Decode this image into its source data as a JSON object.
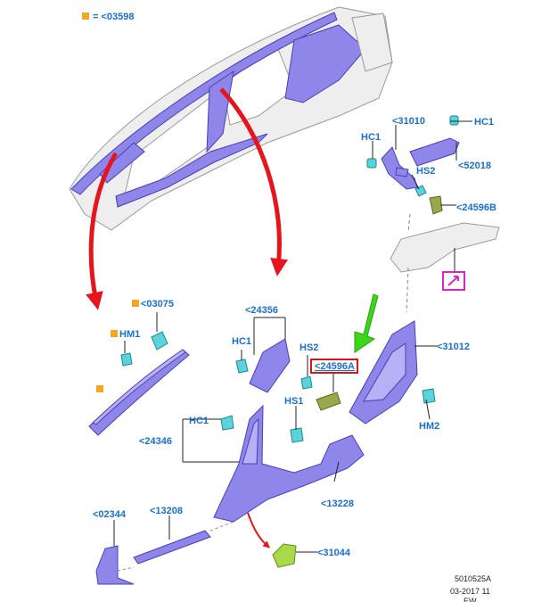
{
  "legend": {
    "label": "= <03598",
    "swatch_color": "#f5a623"
  },
  "callouts": {
    "c31010": "<31010",
    "hc1_top_right": "HC1",
    "hc1_top_left": "HC1",
    "hs2_top": "HS2",
    "c52018": "<52018",
    "c24596b": "<24596B",
    "c03075": "<03075",
    "hm1": "HM1",
    "c24356": "<24356",
    "hc1_mid": "HC1",
    "hs2_mid": "HS2",
    "c24596a": "<24596A",
    "c31012": "<31012",
    "hs1": "HS1",
    "hm2": "HM2",
    "hc1_lower": "HC1",
    "c24346": "<24346",
    "c13228": "<13228",
    "c02344": "<02344",
    "c13208": "<13208",
    "c31044": "<31044"
  },
  "footer": {
    "code": "5010525A",
    "date": "03-2017 11",
    "extra": "EW"
  },
  "colors": {
    "callout_text": "#1a6fd1",
    "part_purple": "#8f86ea",
    "clip_cyan": "#5ad3dc",
    "arrow_red": "#e8141b",
    "arrow_green": "#3cd61a",
    "highlight_box": "#d9141b",
    "view_marker": "#e020c8",
    "swatch_orange": "#f5a623"
  }
}
